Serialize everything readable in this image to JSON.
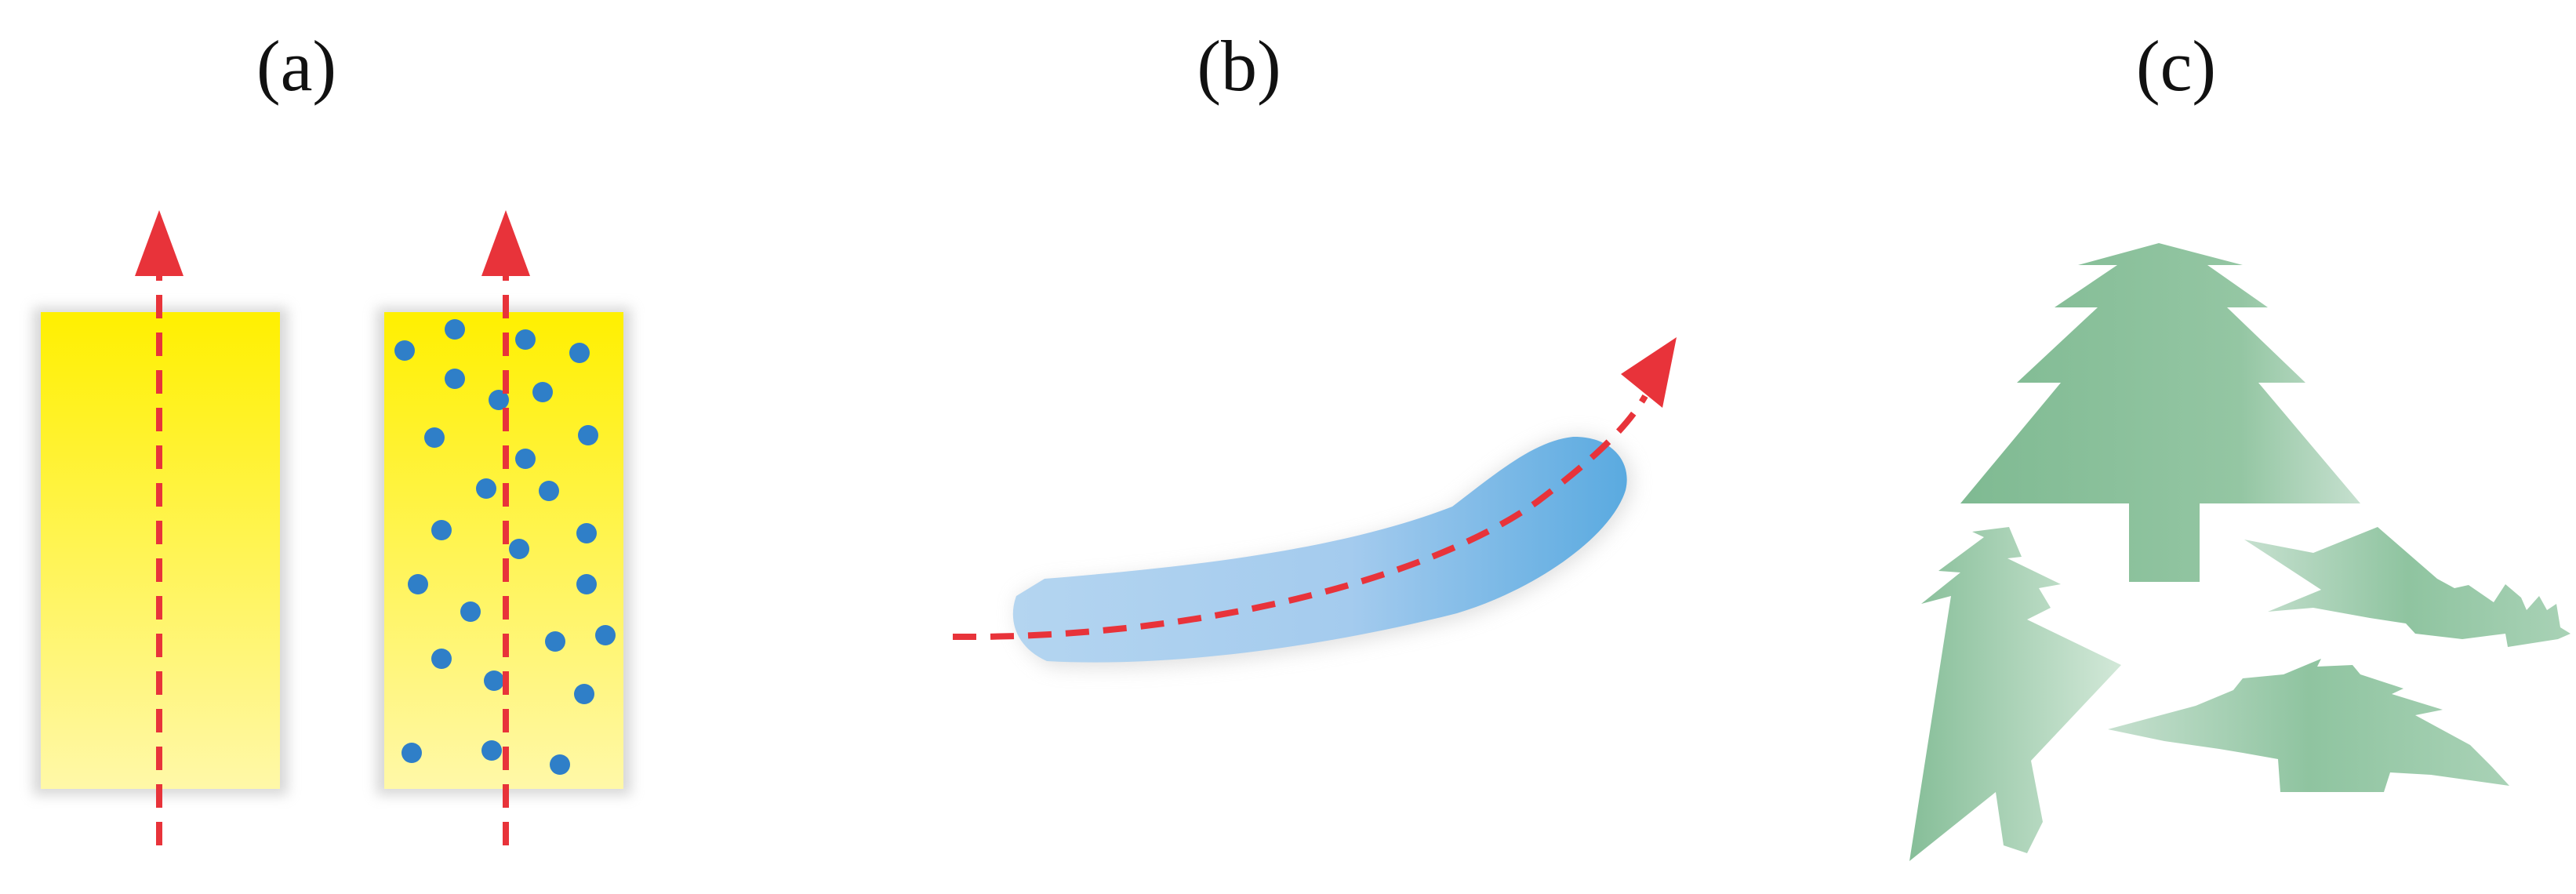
{
  "panels": [
    {
      "id": "a",
      "label": "(a)"
    },
    {
      "id": "b",
      "label": "(b)"
    },
    {
      "id": "c",
      "label": "(c)"
    }
  ],
  "colors": {
    "yellow_top": "#fff000",
    "yellow_bottom": "#fff8a8",
    "particle": "#2f7fc8",
    "arrow": "#e8333a",
    "blue_light": "#b4d5f0",
    "blue_dark": "#5aaae0",
    "tree_green": "#8cc09c",
    "tree_light": "#c6e0cf"
  }
}
